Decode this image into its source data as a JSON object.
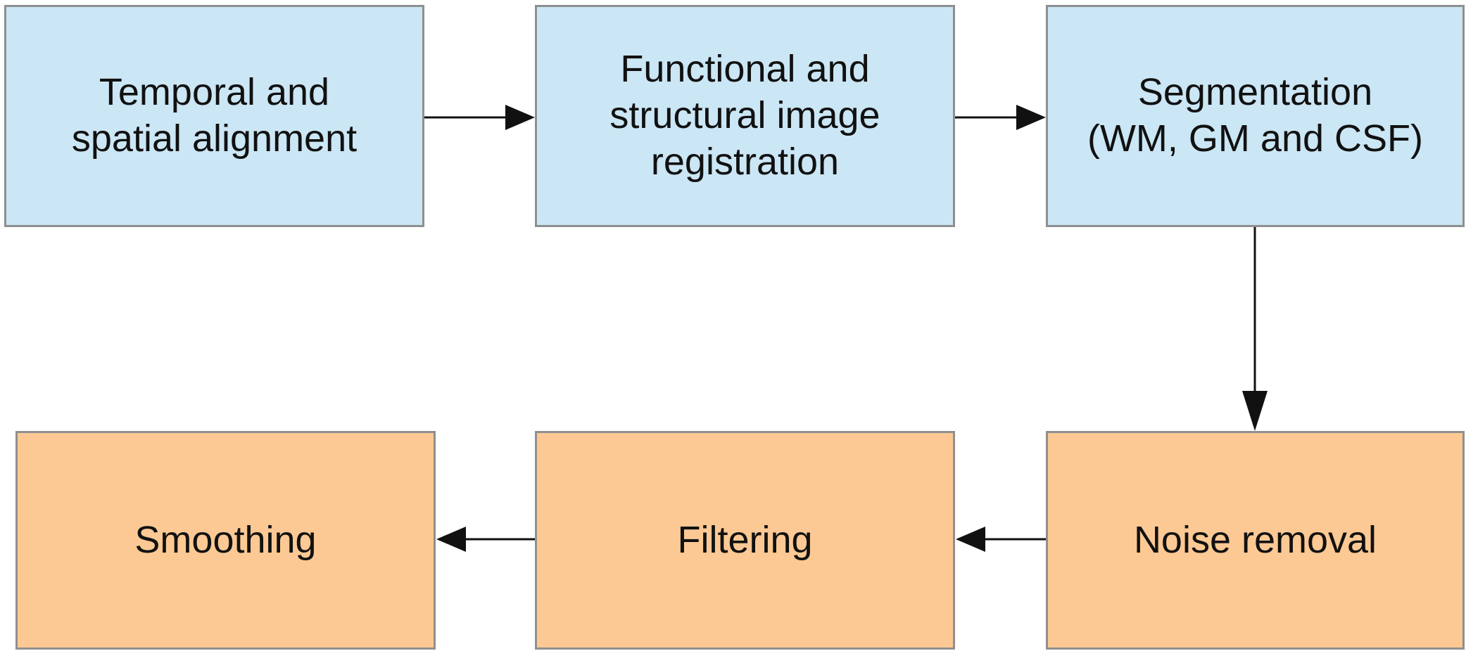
{
  "diagram": {
    "steps": [
      {
        "id": "b1",
        "label": "Temporal and\nspatial alignment",
        "color": "#cbe6f4"
      },
      {
        "id": "b2",
        "label": "Functional and\nstructural image\nregistration",
        "color": "#cbe6f4"
      },
      {
        "id": "b3",
        "label": "Segmentation\n(WM, GM and CSF)",
        "color": "#cbe6f4"
      },
      {
        "id": "b4",
        "label": "Noise removal",
        "color": "#fcc994"
      },
      {
        "id": "b5",
        "label": "Filtering",
        "color": "#fcc994"
      },
      {
        "id": "b6",
        "label": "Smoothing",
        "color": "#fcc994"
      }
    ],
    "flow": [
      {
        "from": "b1",
        "to": "b2"
      },
      {
        "from": "b2",
        "to": "b3"
      },
      {
        "from": "b3",
        "to": "b4"
      },
      {
        "from": "b4",
        "to": "b5"
      },
      {
        "from": "b5",
        "to": "b6"
      }
    ]
  }
}
